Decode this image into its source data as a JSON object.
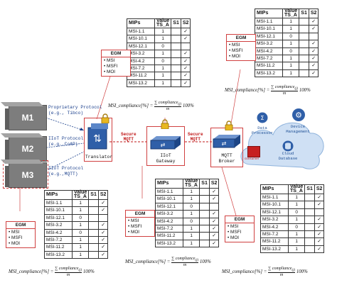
{
  "machines": [
    "M1",
    "M2",
    "M3"
  ],
  "protocols": {
    "p1": [
      "Proprietary Protocol",
      "(e.g., Tibco)"
    ],
    "p2": [
      "IIoT Protocol",
      "(e.g.,CoAP)"
    ],
    "p3": [
      "IIoT Protocol",
      "(e.g.,MQTT)"
    ]
  },
  "devices": {
    "translator": "Translator",
    "gateway": [
      "IIoT",
      "Gateway"
    ],
    "broker": [
      "MQTT",
      "Broker"
    ],
    "secure_left": [
      "Secure",
      "MQTT"
    ],
    "secure_right": [
      "Secure",
      "MQTT"
    ],
    "consumer_tag": "consumer"
  },
  "cloud": {
    "data_processor": [
      "Data",
      "Processor"
    ],
    "device_management": [
      "Device",
      "Management"
    ],
    "cloud_database": [
      "Cloud",
      "Database"
    ]
  },
  "egm": {
    "title": "EGM",
    "items": [
      "• MSI",
      "• MSFI",
      "• MOI"
    ]
  },
  "mip_table": {
    "headers": [
      "MIPs",
      "Value",
      "TS_A",
      "S1",
      "S2"
    ],
    "rows": [
      {
        "mip": "MSI-1.1",
        "value": "1",
        "s1": "",
        "s2": "✓"
      },
      {
        "mip": "MSI-10.1",
        "value": "1",
        "s1": "",
        "s2": "✓"
      },
      {
        "mip": "MSI-12.1",
        "value": "0",
        "s1": "",
        "s2": ""
      },
      {
        "mip": "MSI-3.2",
        "value": "1",
        "s1": "",
        "s2": "✓"
      },
      {
        "mip": "MSI-4.2",
        "value": "0",
        "s1": "",
        "s2": "✓"
      },
      {
        "mip": "MSI-7.2",
        "value": "1",
        "s1": "",
        "s2": "✓"
      },
      {
        "mip": "MSI-11.2",
        "value": "1",
        "s1": "",
        "s2": "✓"
      },
      {
        "mip": "MSI-13.2",
        "value": "1",
        "s1": "",
        "s2": "✓"
      }
    ]
  },
  "formula": {
    "lhs": "MSI_compliance[%] =",
    "numerator": "∑ compliance",
    "sum_limits": "j=1",
    "sub": "(j)",
    "denominator": "m",
    "suffix": "100%"
  }
}
